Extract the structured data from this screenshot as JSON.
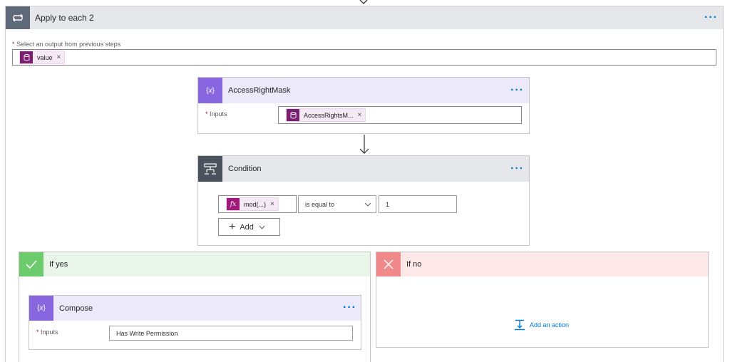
{
  "apply_each": {
    "title": "Apply to each 2",
    "field_label": "Select an output from previous steps",
    "token": "value"
  },
  "access_mask": {
    "title": "AccessRightMask",
    "inputs_label": "Inputs",
    "token": "AccessRightsM..."
  },
  "condition": {
    "title": "Condition",
    "token": "mod(...)",
    "operator": "is equal to",
    "value": "1",
    "add_label": "Add"
  },
  "if_yes": {
    "title": "If yes",
    "compose": {
      "title": "Compose",
      "inputs_label": "Inputs",
      "value": "Has Write Permission"
    }
  },
  "if_no": {
    "title": "If no",
    "add_action": "Add an action"
  },
  "colors": {
    "accent": "#0078d4",
    "purple": "#8766e0",
    "token_icon": "#7a1f6f",
    "yes_green": "#6ccb6c",
    "no_red": "#f08a8a"
  }
}
